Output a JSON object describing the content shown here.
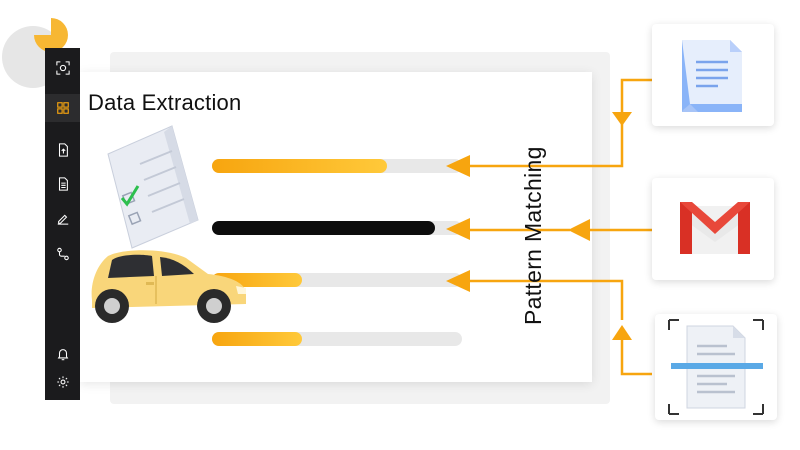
{
  "title": "Data Extraction",
  "pattern_label": "Pattern Matching",
  "colors": {
    "accent_orange": "#f7a50f",
    "sidebar_bg": "#1b1b1d",
    "car_yellow": "#f9d67a",
    "gmail_red": "#d93025"
  },
  "sidebar": {
    "icons": [
      "scan-icon",
      "grid-icon",
      "upload-file-icon",
      "document-icon",
      "edit-icon",
      "workflow-icon",
      "bell-icon",
      "gear-icon"
    ],
    "active": "grid-icon"
  },
  "bars": [
    {
      "fill": 0.7,
      "color": "orange"
    },
    {
      "fill": 0.89,
      "color": "black"
    },
    {
      "fill": 0.36,
      "color": "orange"
    },
    {
      "fill": 0.36,
      "color": "orange"
    }
  ],
  "sources": [
    "google-docs-icon",
    "gmail-icon",
    "scanned-document-icon"
  ]
}
